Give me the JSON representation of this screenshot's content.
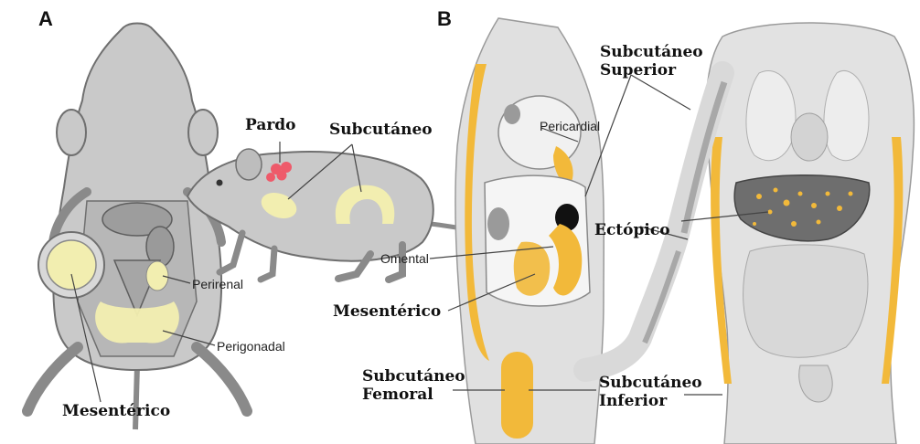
{
  "panels": {
    "a": "A",
    "b": "B"
  },
  "panel_a": {
    "pardo": "Pardo",
    "subcutaneo": "Subcutáneo",
    "perirenal": "Perirenal",
    "perigonadal": "Perigonadal",
    "mesenterico": "Mesentérico"
  },
  "panel_b": {
    "subcutaneo_superior_1": "Subcutáneo",
    "subcutaneo_superior_2": "Superior",
    "pericardial": "Pericardial",
    "ectopico": "Ectópico",
    "omental": "Omental",
    "mesenterico": "Mesentérico",
    "subcutaneo_femoral_1": "Subcutáneo",
    "subcutaneo_femoral_2": "Femoral",
    "subcutaneo_inferior_1": "Subcutáneo",
    "subcutaneo_inferior_2": "Inferior"
  },
  "colors": {
    "body_gray": "#c9c9c9",
    "outline": "#6f6f6f",
    "white_fat": "#f2eeb0",
    "brown_fat": "#ee5a6a",
    "human_fat": "#f2b93a",
    "organ_gray": "#e3e3e3"
  }
}
